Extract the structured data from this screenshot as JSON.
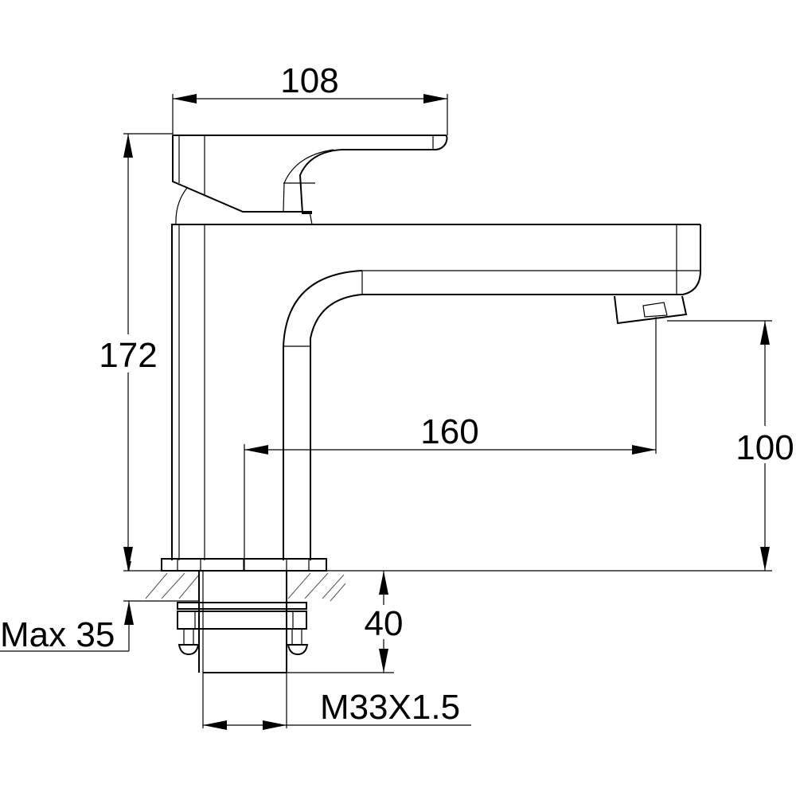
{
  "drawing": {
    "subject": "Basin faucet side elevation",
    "colors": {
      "line": "#000000",
      "background": "#ffffff",
      "hatch": "#555555"
    }
  },
  "dimensions": {
    "handle_width": "108",
    "total_height": "172",
    "spout_reach": "160",
    "spout_height": "100",
    "thread": "M33X1.5",
    "shank_length": "40",
    "max_counter_thickness": "Max 35"
  }
}
